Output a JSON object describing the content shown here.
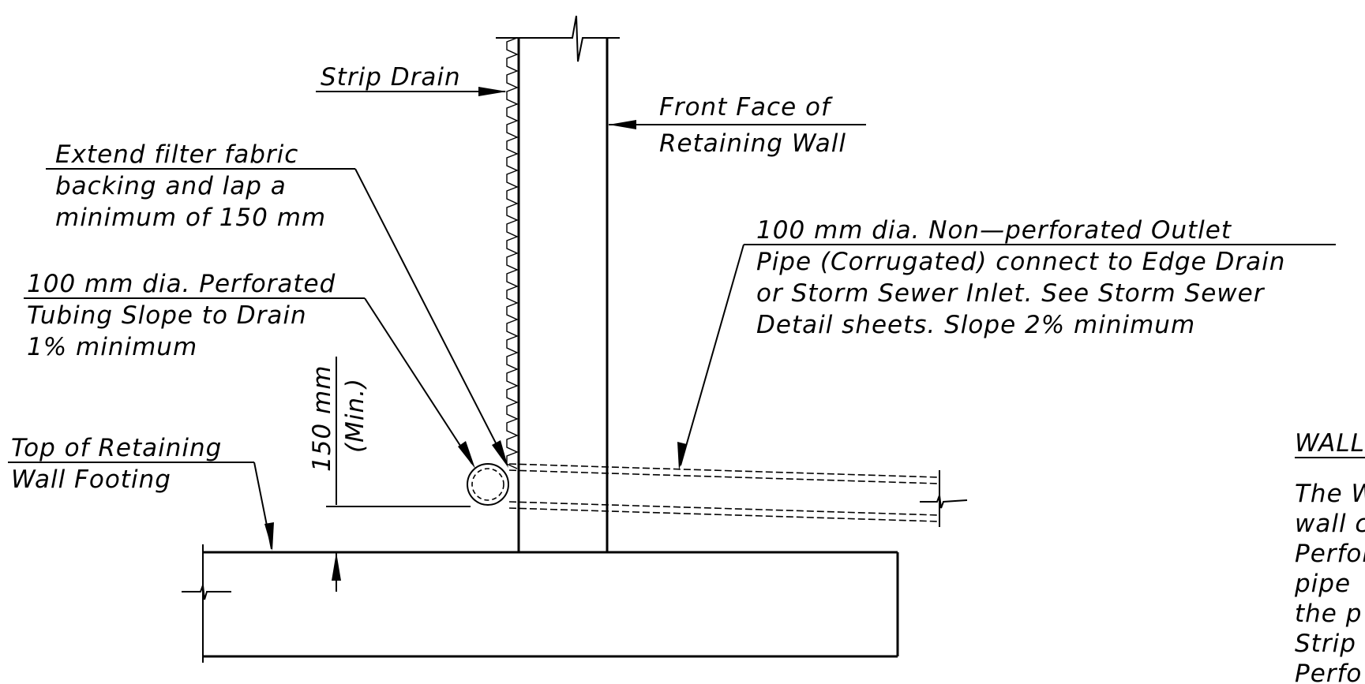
{
  "labels": {
    "strip_drain": "Strip Drain",
    "front_face_1": "Front Face of",
    "front_face_2": "Retaining Wall",
    "extend_1": "Extend filter fabric",
    "extend_2": "backing and lap a",
    "extend_3": "minimum of 150 mm",
    "outlet_1": "100 mm dia. Non—perforated Outlet",
    "outlet_2": "Pipe (Corrugated) connect to Edge Drain",
    "outlet_3": "or Storm Sewer Inlet. See Storm Sewer",
    "outlet_4": "Detail sheets. Slope 2% minimum",
    "perf_1": "100 mm dia. Perforated",
    "perf_2": "Tubing Slope to Drain",
    "perf_3": "1% minimum",
    "top_1": "Top of Retaining",
    "top_2": "Wall Footing",
    "dim_1": "150 mm",
    "dim_2": "(Min.)"
  },
  "notes": {
    "title": "WALL",
    "lines": [
      "The W",
      "wall c",
      "Perfor",
      "pipe ",
      "the p",
      "Strip",
      "Perfo"
    ]
  }
}
